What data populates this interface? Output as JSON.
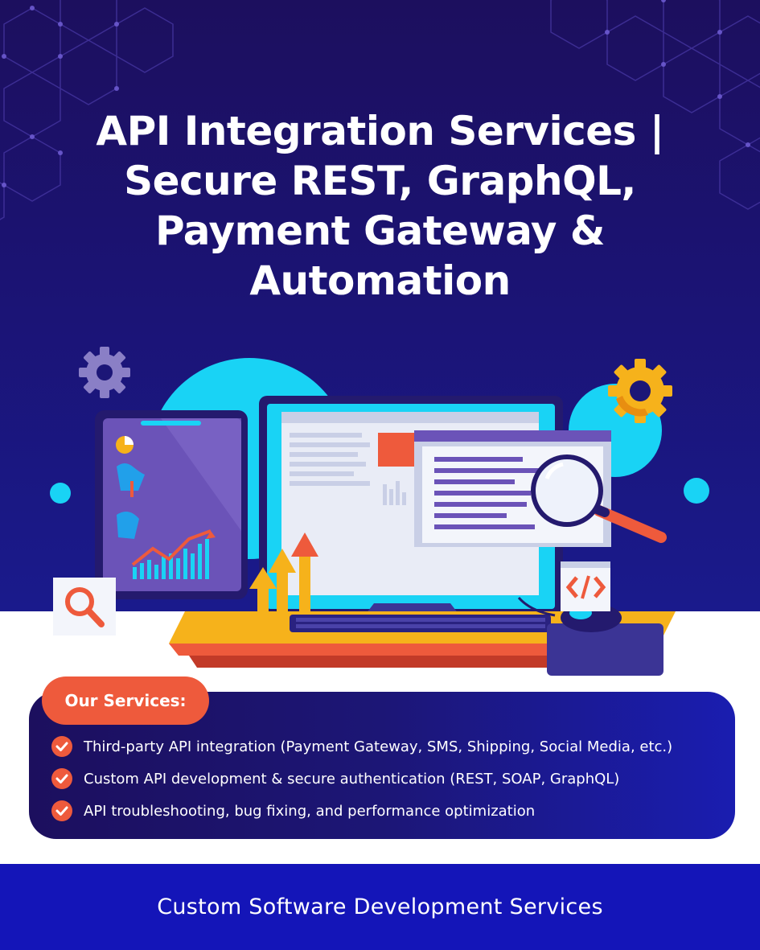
{
  "headline": {
    "line1": "API Integration Services |",
    "line2": "Secure REST, GraphQL,",
    "line3": "Payment Gateway &",
    "line4": "Automation"
  },
  "illustration": {
    "icons": [
      "gear-icon",
      "pie-chart-icon",
      "magnifier-icon",
      "code-icon",
      "growth-arrows-icon"
    ],
    "colors": {
      "cyan": "#19d3f5",
      "orange": "#ee5a3c",
      "gold": "#f6b21b",
      "purple": "#6b53b8"
    }
  },
  "services": {
    "tag": "Our Services:",
    "items": [
      "Third-party API integration (Payment Gateway, SMS, Shipping, Social Media, etc.)",
      "Custom API development & secure authentication (REST, SOAP, GraphQL)",
      "API troubleshooting, bug fixing, and performance optimization"
    ]
  },
  "footer": {
    "label": "Custom Software Development Services"
  },
  "colors": {
    "navy": "#1c0f5e",
    "blue": "#1415b8",
    "accent": "#ee5a3c"
  }
}
